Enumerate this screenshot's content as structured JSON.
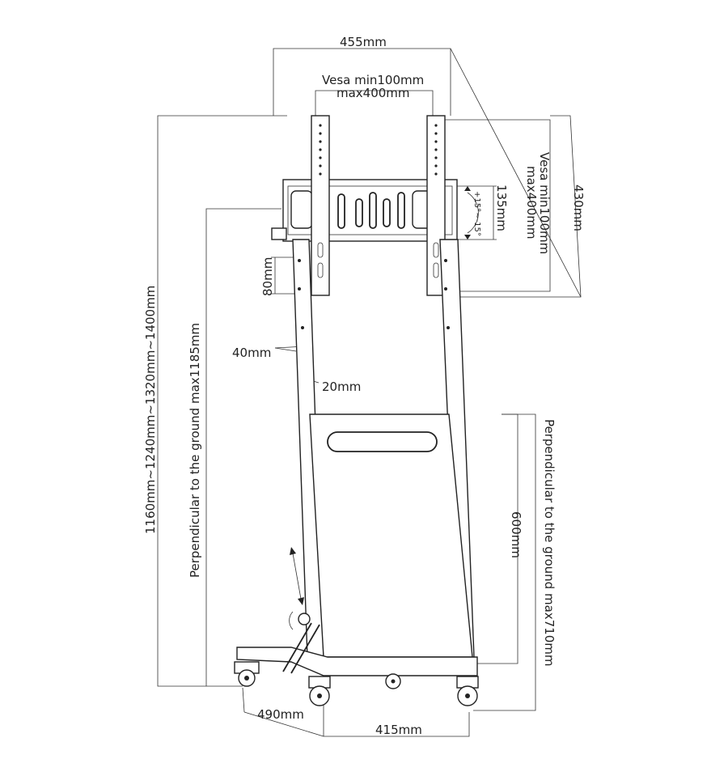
{
  "dimensions": {
    "width_total": "455mm",
    "vesa_horizontal_line1": "Vesa min100mm",
    "vesa_horizontal_line2": "max400mm",
    "vesa_vertical_line1": "Vesa min100mm",
    "vesa_vertical_line2": "max400mm",
    "height_bracket": "430mm",
    "bracket_depth": "135mm",
    "tilt_angle": "+15°~-15°",
    "hole_spacing": "80mm",
    "pole_width": "40mm",
    "pole_depth": "20mm",
    "height_range": "1160mm~1240mm~1320mm~1400mm",
    "perpendicular_max_left": "Perpendicular to the ground max1185mm",
    "shelf_height": "600mm",
    "perpendicular_max_right": "Perpendicular to the ground max710mm",
    "base_depth": "490mm",
    "base_width": "415mm"
  }
}
